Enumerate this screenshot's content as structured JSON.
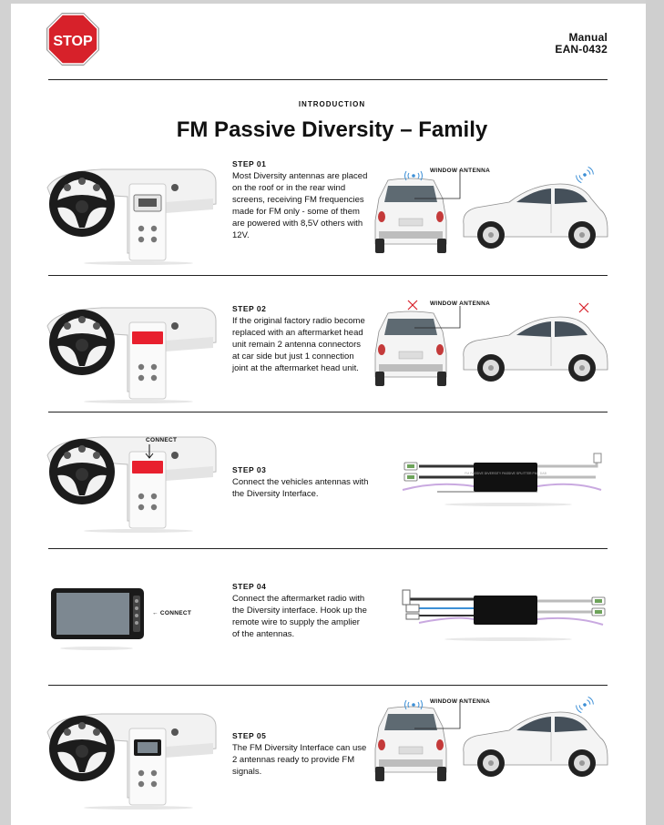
{
  "header": {
    "stop_sign": "STOP",
    "doc_type": "Manual",
    "doc_code": "EAN-0432",
    "section": "INTRODUCTION",
    "title": "FM Passive Diversity – Family"
  },
  "steps": [
    {
      "label": "STEP 01",
      "text": "Most Diversity antennas are placed on the roof or in the rear wind screens, receiving FM frequencies made for FM only - some of them are powered with 8,5V others with 12V.",
      "callout": "WINDOW ANTENNA"
    },
    {
      "label": "STEP 02",
      "text": "If the original factory radio become replaced with an aftermarket head unit remain 2 antenna connectors at car side but just 1 connection joint at the aftermarket head unit.",
      "callout": "WINDOW ANTENNA"
    },
    {
      "label": "STEP 03",
      "text": "Connect the vehicles antennas with the Diversity Interface.",
      "callout": "CONNECT",
      "device_text": "FM PASSIVE DIVERSITY PASSIVE SPLITTER FM · DAB"
    },
    {
      "label": "STEP 04",
      "text": "Connect the aftermarket radio with the Diversity interface. Hook up the remote wire to supply the amplier of the antennas.",
      "callout": "← CONNECT"
    },
    {
      "label": "STEP 05",
      "text": "The FM Diversity Interface can use 2 antennas ready to provide FM signals.",
      "callout": "WINDOW ANTENNA"
    }
  ],
  "colors": {
    "stop_red": "#d7212a",
    "radio_red": "#e8202e",
    "signal_blue": "#3c8fd6",
    "cross_red": "#d7212a"
  }
}
